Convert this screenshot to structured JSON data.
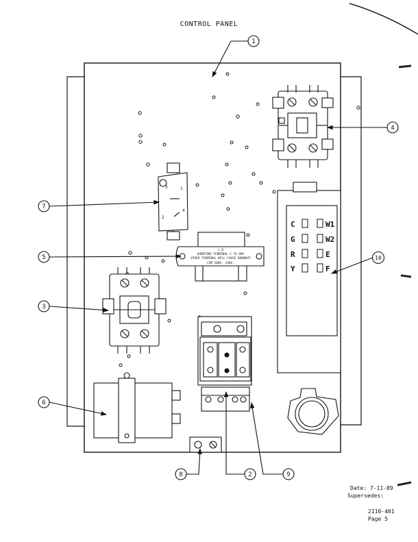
{
  "title": "CONTROL PANEL",
  "callouts": [
    "1",
    "2",
    "3",
    "4",
    "5",
    "6",
    "7",
    "8",
    "9",
    "10"
  ],
  "terminal_left": [
    "C",
    "G",
    "R",
    "Y"
  ],
  "terminal_right": [
    "W1",
    "W2",
    "E",
    "F"
  ],
  "transformer_text": {
    "line1": "C          B",
    "line2": "SHORTING TERMINAL C TO ANY",
    "line3": "OTHER TERMINAL WILL CAUSE BURNOUT",
    "line4": "COM      208V.     240V."
  },
  "relay_numbers": [
    "3",
    "1",
    "2",
    "4"
  ],
  "footer": {
    "date": "Date:  7-11-89",
    "supersedes": "Supersedes:",
    "doc_number": "2110-401",
    "page": "Page 5"
  }
}
